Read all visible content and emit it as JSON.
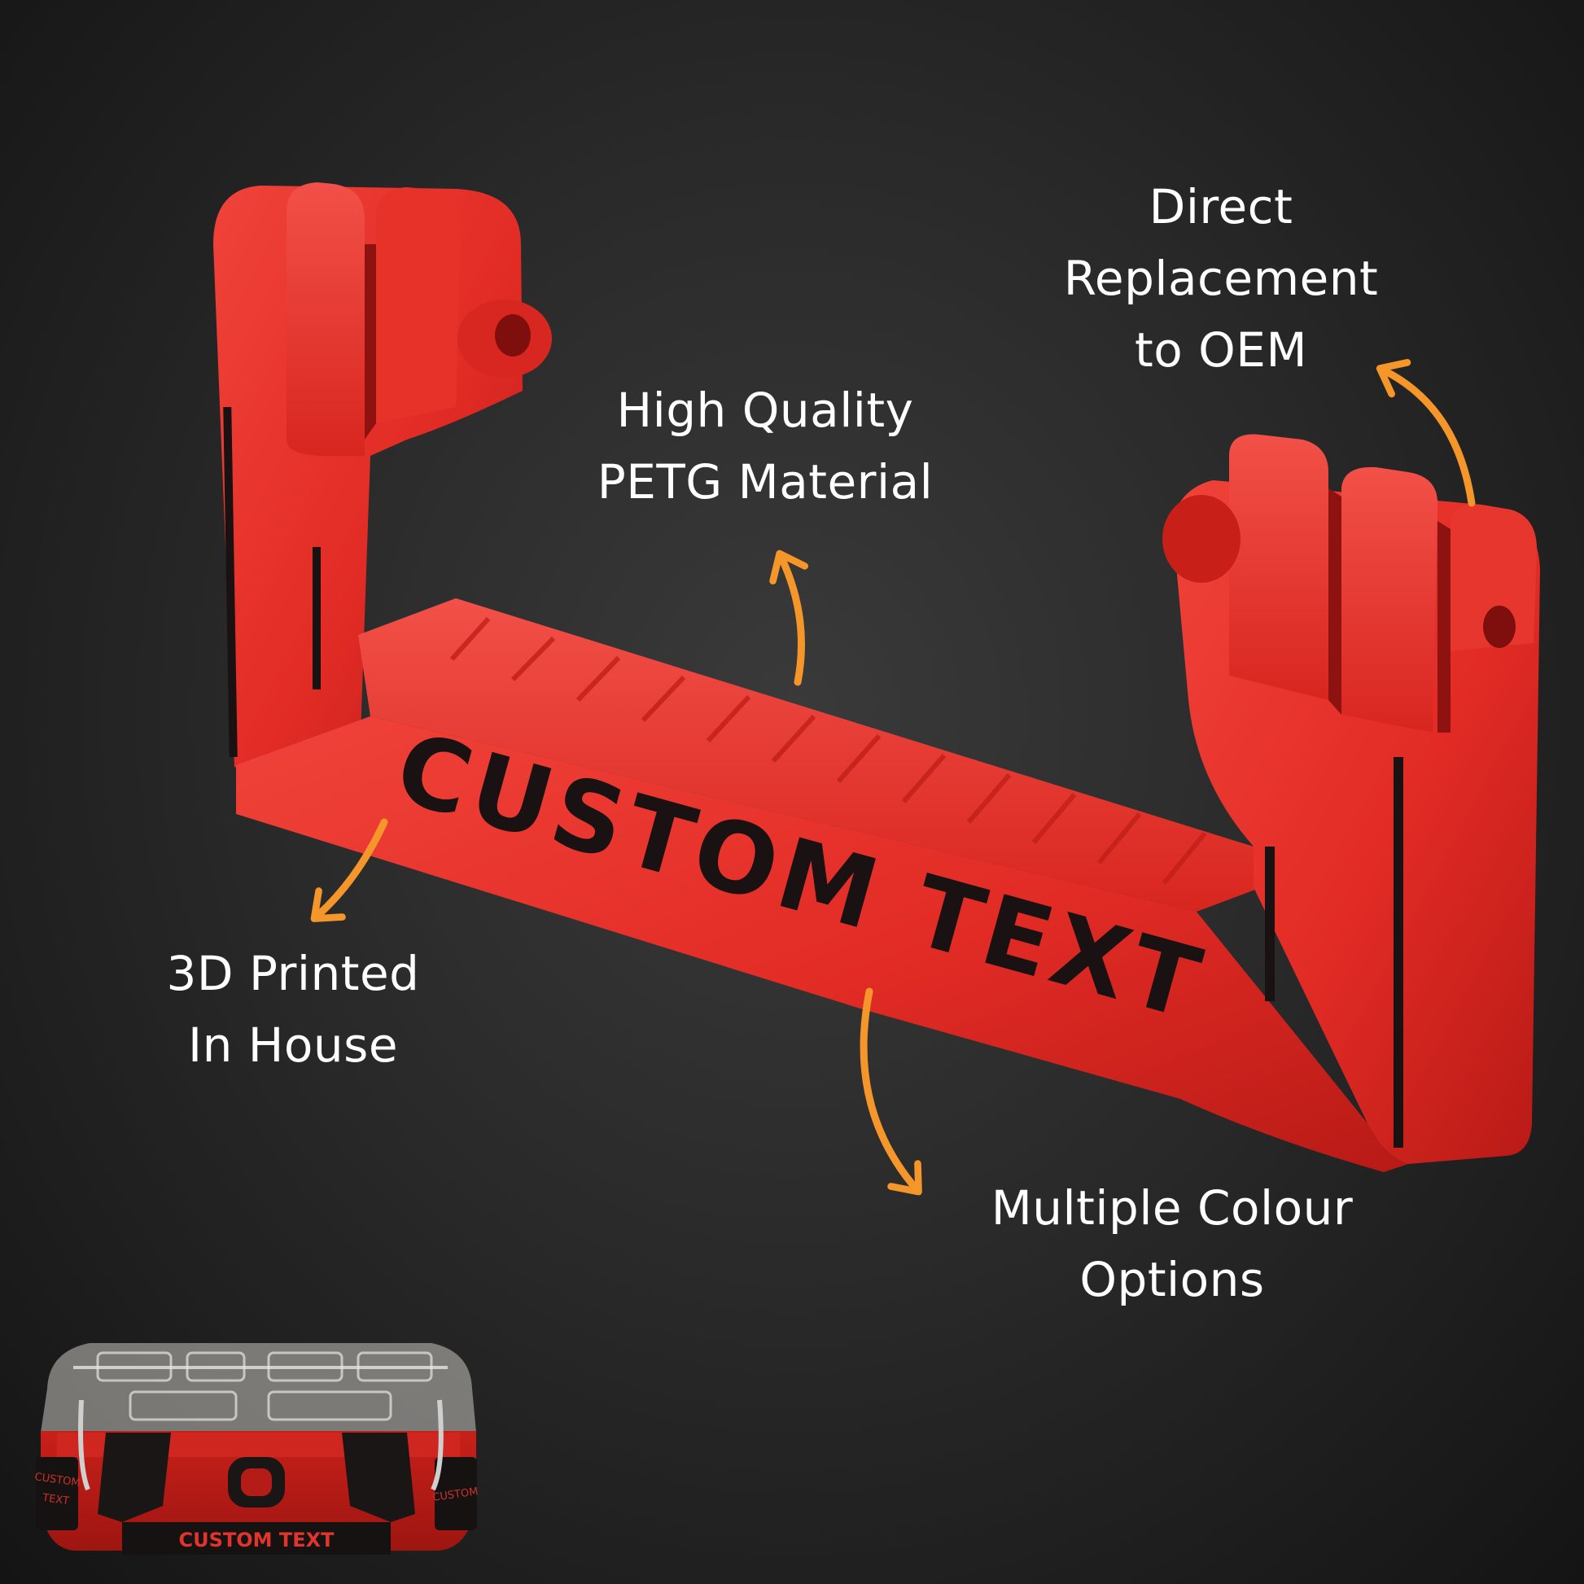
{
  "callouts": {
    "direct_replacement": [
      "Direct",
      "Replacement",
      "to OEM"
    ],
    "high_quality": [
      "High Quality",
      "PETG Material"
    ],
    "printed": [
      "3D Printed",
      "In House"
    ],
    "colour": [
      "Multiple Colour",
      "Options"
    ]
  },
  "product": {
    "engraving": "CUSTOM TEXT",
    "inset_engraving": "CUSTOM TEXT",
    "inset_side_left": "CUSTOM",
    "inset_side_left_2": "TEXT",
    "inset_side_right": "CUSTOM"
  },
  "colors": {
    "background": "#2a2a2a",
    "product_red": "#e8302a",
    "arrow_orange": "#f5962a",
    "text": "#ffffff"
  },
  "icons": [
    "arrow-curved-icon"
  ]
}
